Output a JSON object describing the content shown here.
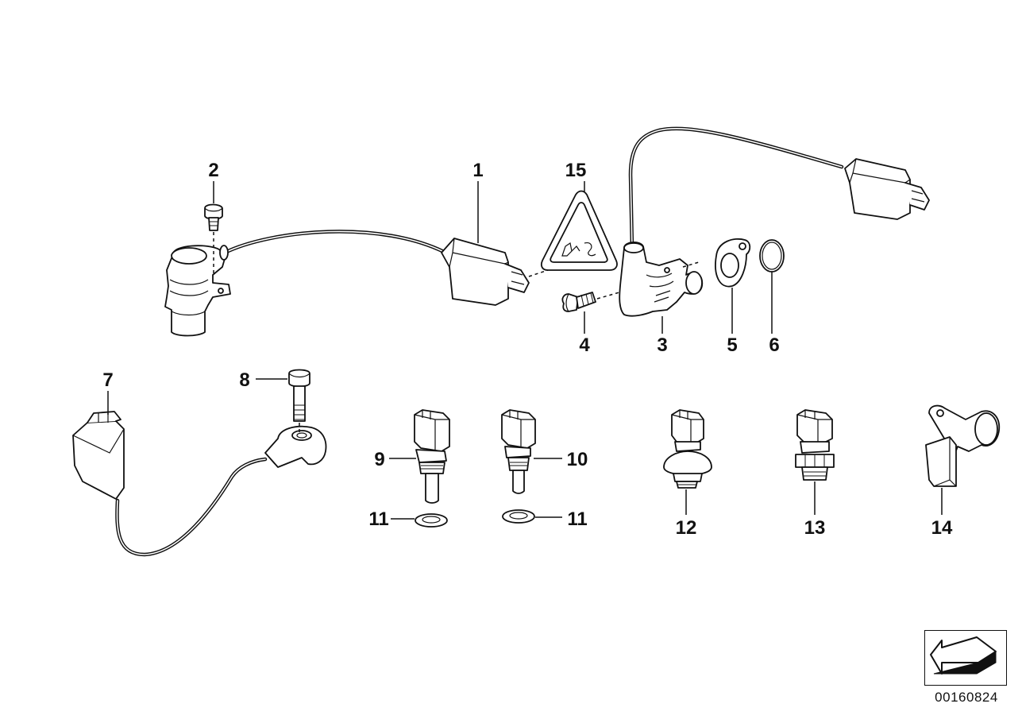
{
  "diagram_number": "00160824",
  "callouts": {
    "c1": "1",
    "c2": "2",
    "c3": "3",
    "c4": "4",
    "c5": "5",
    "c6": "6",
    "c7": "7",
    "c8": "8",
    "c9": "9",
    "c10": "10",
    "c11a": "11",
    "c11b": "11",
    "c12": "12",
    "c13": "13",
    "c14": "14",
    "c15": "15"
  },
  "icons": {
    "warning_triangle": "warning-triangle-icon",
    "catalog_arrow": "arrow-icon"
  }
}
